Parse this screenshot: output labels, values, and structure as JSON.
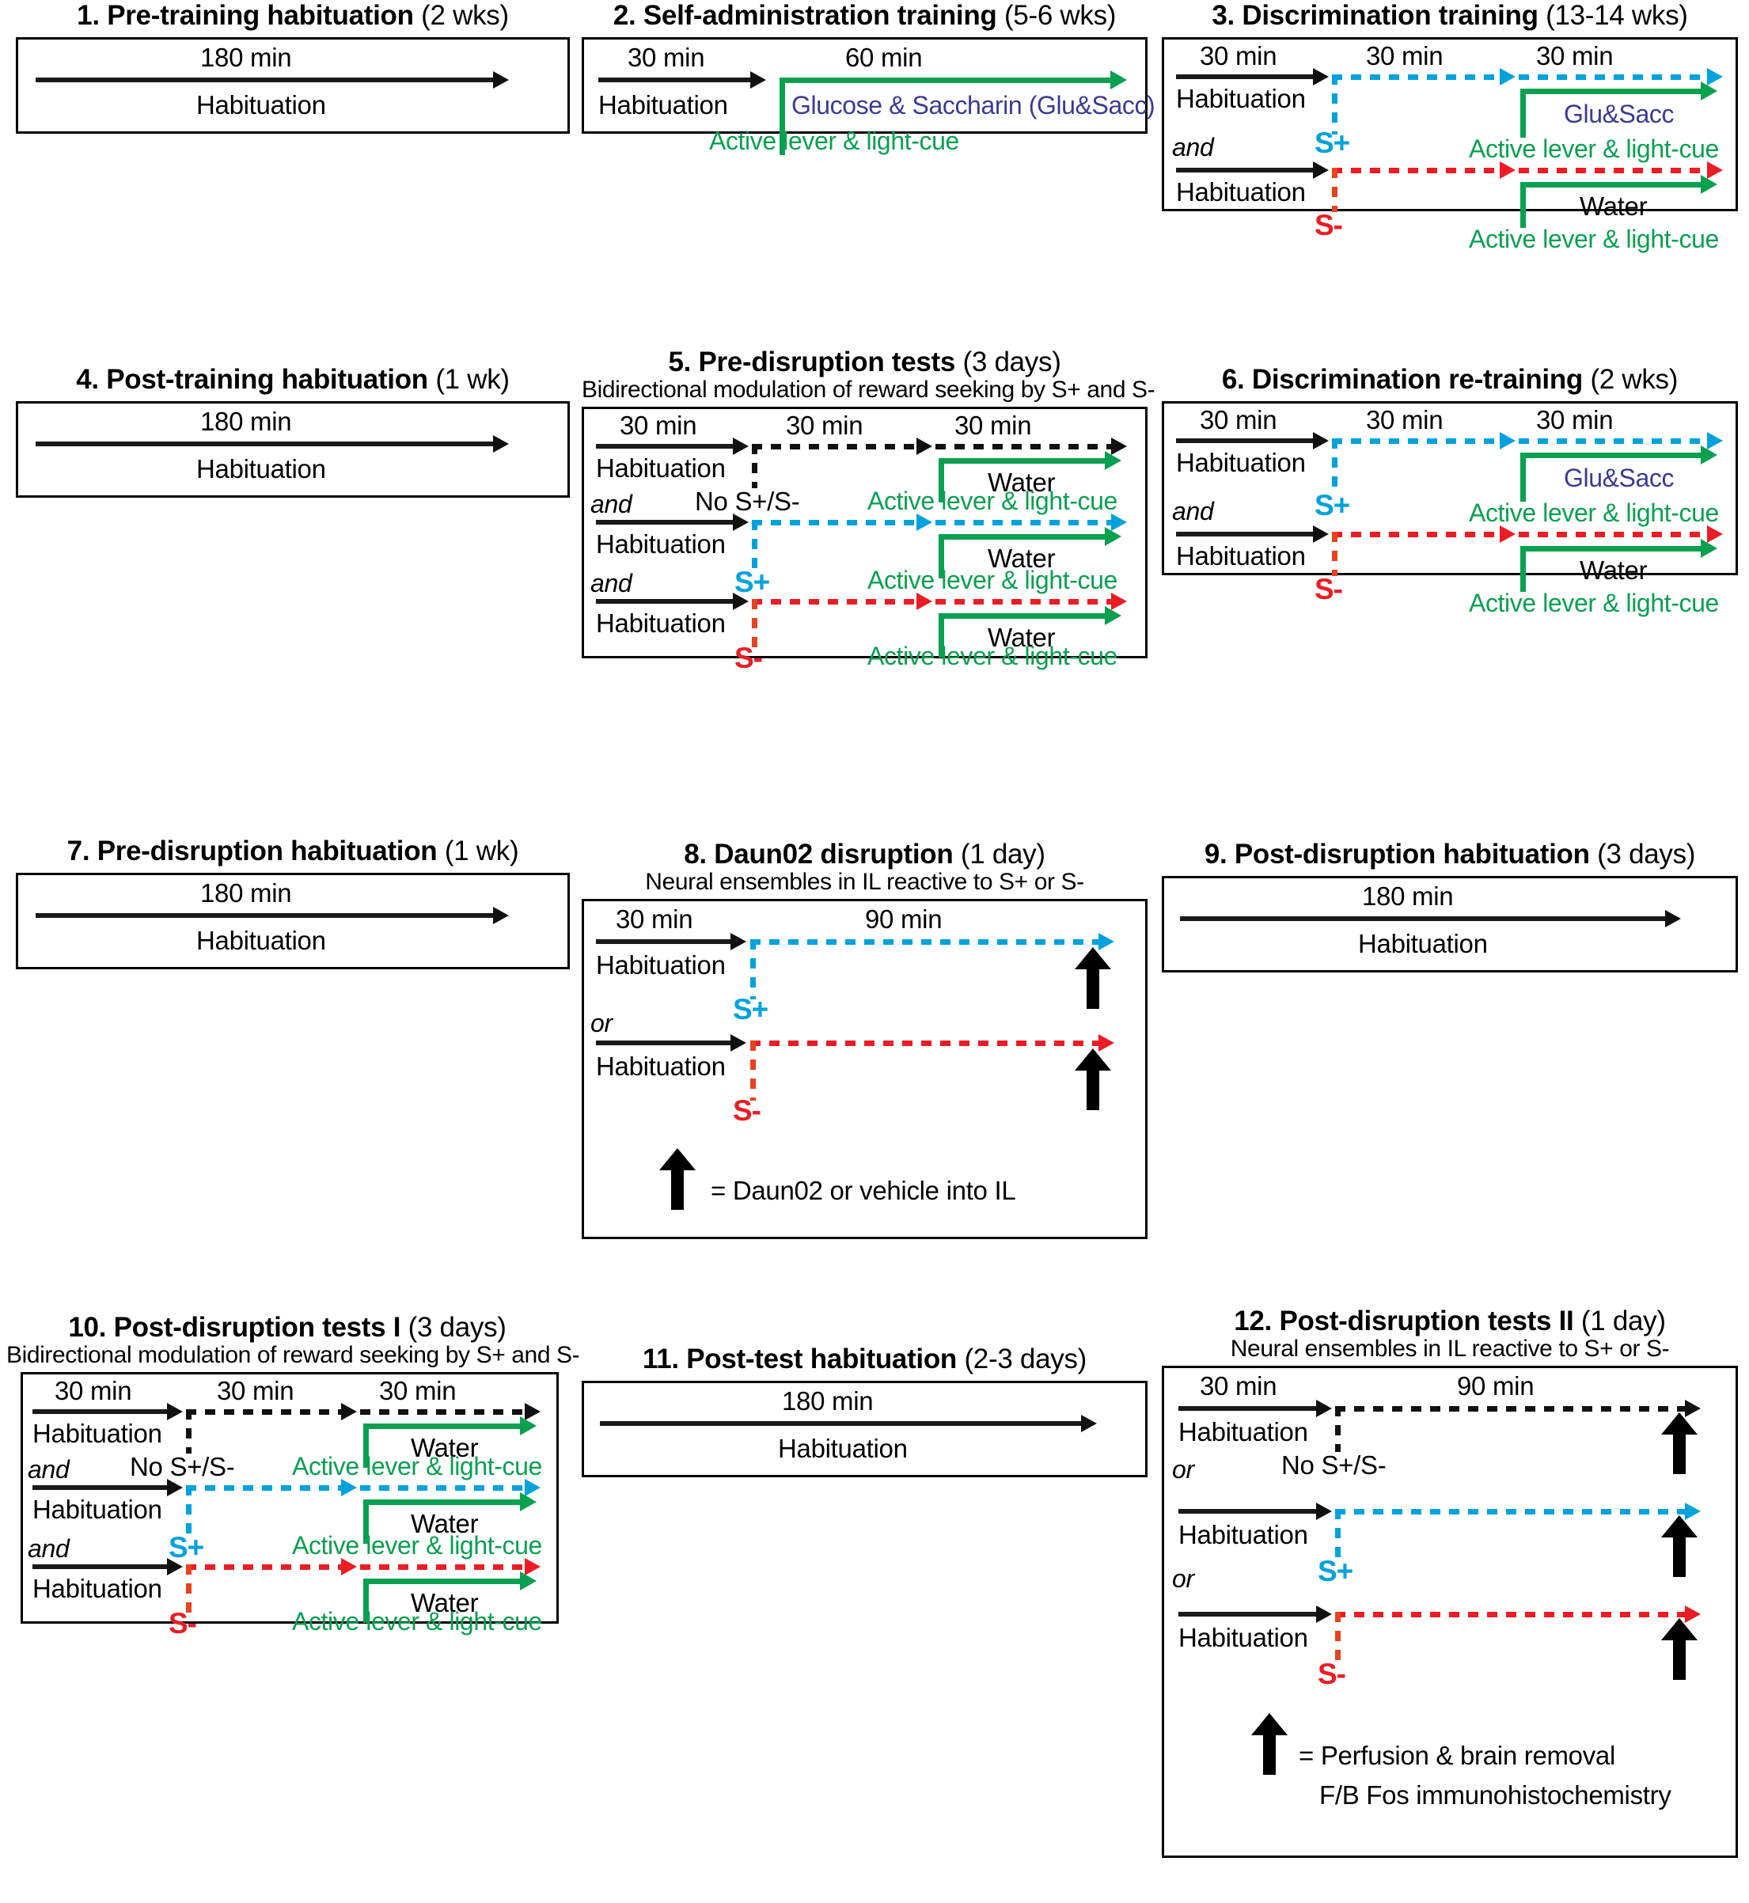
{
  "figure": {
    "type": "experimental-timeline-diagram",
    "common_labels": {
      "habituation": "Habituation",
      "water": "Water",
      "active_lever": "Active lever & light-cue",
      "glu_sacc_short": "Glu&Sacc",
      "glu_sacc_long": "Glucose & Saccharin (Glu&Sacc)",
      "no_ss": "No S+/S-",
      "s_plus": "S+",
      "s_minus": "S-",
      "and": "and",
      "or": "or",
      "min30": "30 min",
      "min60": "60 min",
      "min90": "90 min",
      "min180": "180 min",
      "equals": "="
    },
    "colors": {
      "black": "#1a1a1a",
      "s_plus_cyan": "#00A2DD",
      "s_minus_red": "#EC1C24",
      "reward_green": "#0AA050",
      "glu_sacc_blue": "#3A3A94"
    }
  },
  "panels": [
    {
      "num": "1.",
      "title": "Pre-training habituation",
      "duration": "(2 wks)",
      "subtitle": "",
      "segments": [
        "180 min"
      ],
      "rows": [
        {
          "label": "Habituation"
        }
      ]
    },
    {
      "num": "2.",
      "title": "Self-administration training",
      "duration": "(5-6 wks)",
      "subtitle": "",
      "segments": [
        "30 min",
        "60 min"
      ],
      "rows": [
        {
          "label": "Habituation",
          "reward": "Glucose & Saccharin (Glu&Sacc)",
          "cue": "Active lever & light-cue"
        }
      ]
    },
    {
      "num": "3.",
      "title": "Discrimination training",
      "duration": "(13-14 wks)",
      "subtitle": "",
      "segments": [
        "30 min",
        "30 min",
        "30 min"
      ],
      "rows": [
        {
          "label": "Habituation",
          "cue_stim": "S+",
          "reward": "Glu&Sacc",
          "cue": "Active lever & light-cue"
        },
        {
          "conj": "and",
          "label": "Habituation",
          "cue_stim": "S-",
          "reward": "Water",
          "cue": "Active lever & light-cue"
        }
      ]
    },
    {
      "num": "4.",
      "title": "Post-training habituation",
      "duration": "(1 wk)",
      "subtitle": "",
      "segments": [
        "180 min"
      ],
      "rows": [
        {
          "label": "Habituation"
        }
      ]
    },
    {
      "num": "5.",
      "title": "Pre-disruption tests",
      "duration": "(3 days)",
      "subtitle": "Bidirectional modulation of reward seeking by S+ and S-",
      "segments": [
        "30 min",
        "30 min",
        "30 min"
      ],
      "rows": [
        {
          "label": "Habituation",
          "cue_stim": "No S+/S-",
          "reward": "Water",
          "cue": "Active lever & light-cue"
        },
        {
          "conj": "and",
          "label": "Habituation",
          "cue_stim": "S+",
          "reward": "Water",
          "cue": "Active lever & light-cue"
        },
        {
          "conj": "and",
          "label": "Habituation",
          "cue_stim": "S-",
          "reward": "Water",
          "cue": "Active lever & light-cue"
        }
      ]
    },
    {
      "num": "6.",
      "title": "Discrimination re-training",
      "duration": "(2 wks)",
      "subtitle": "",
      "segments": [
        "30 min",
        "30 min",
        "30 min"
      ],
      "rows": [
        {
          "label": "Habituation",
          "cue_stim": "S+",
          "reward": "Glu&Sacc",
          "cue": "Active lever & light-cue"
        },
        {
          "conj": "and",
          "label": "Habituation",
          "cue_stim": "S-",
          "reward": "Water",
          "cue": "Active lever & light-cue"
        }
      ]
    },
    {
      "num": "7.",
      "title": "Pre-disruption habituation",
      "duration": "(1 wk)",
      "subtitle": "",
      "segments": [
        "180 min"
      ],
      "rows": [
        {
          "label": "Habituation"
        }
      ]
    },
    {
      "num": "8.",
      "title": "Daun02 disruption",
      "duration": "(1 day)",
      "subtitle": "Neural ensembles in IL reactive to S+ or S-",
      "segments": [
        "30 min",
        "90 min"
      ],
      "rows": [
        {
          "label": "Habituation",
          "cue_stim": "S+"
        },
        {
          "conj": "or",
          "label": "Habituation",
          "cue_stim": "S-"
        }
      ],
      "legend": "= Daun02 or vehicle into IL"
    },
    {
      "num": "9.",
      "title": "Post-disruption habituation",
      "duration": "(3 days)",
      "subtitle": "",
      "segments": [
        "180 min"
      ],
      "rows": [
        {
          "label": "Habituation"
        }
      ]
    },
    {
      "num": "10.",
      "title": "Post-disruption tests I",
      "duration": "(3 days)",
      "subtitle": "Bidirectional modulation of reward seeking by S+ and S-",
      "segments": [
        "30 min",
        "30 min",
        "30 min"
      ],
      "rows": [
        {
          "label": "Habituation",
          "cue_stim": "No S+/S-",
          "reward": "Water",
          "cue": "Active lever & light-cue"
        },
        {
          "conj": "and",
          "label": "Habituation",
          "cue_stim": "S+",
          "reward": "Water",
          "cue": "Active lever & light-cue"
        },
        {
          "conj": "and",
          "label": "Habituation",
          "cue_stim": "S-",
          "reward": "Water",
          "cue": "Active lever & light-cue"
        }
      ]
    },
    {
      "num": "11.",
      "title": "Post-test habituation",
      "duration": "(2-3 days)",
      "subtitle": "",
      "segments": [
        "180 min"
      ],
      "rows": [
        {
          "label": "Habituation"
        }
      ]
    },
    {
      "num": "12.",
      "title": "Post-disruption tests II",
      "duration": "(1 day)",
      "subtitle": "Neural ensembles in IL reactive to S+ or S-",
      "segments": [
        "30 min",
        "90 min"
      ],
      "rows": [
        {
          "label": "Habituation",
          "cue_stim": "No S+/S-"
        },
        {
          "conj": "or",
          "label": "Habituation",
          "cue_stim": "S+"
        },
        {
          "conj": "or",
          "label": "Habituation",
          "cue_stim": "S-"
        }
      ],
      "legend_line1": "= Perfusion & brain removal",
      "legend_line2": "F/B Fos immunohistochemistry"
    }
  ]
}
